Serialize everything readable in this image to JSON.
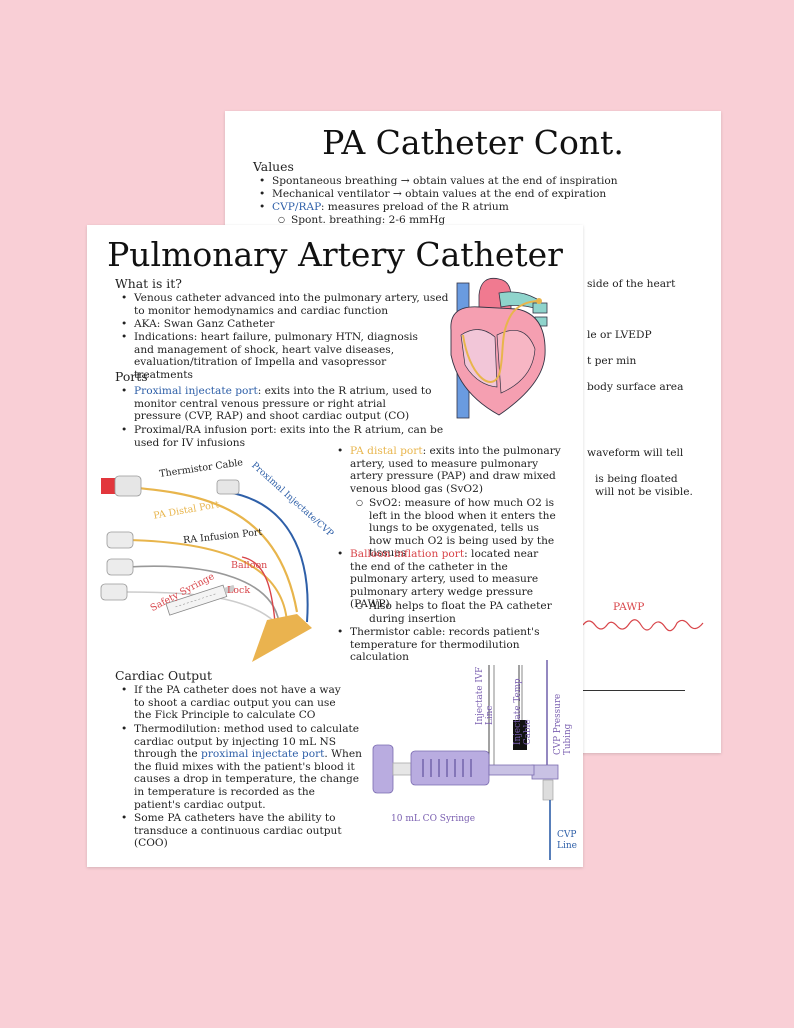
{
  "back": {
    "title": "PA Catheter Cont.",
    "values_heading": "Values",
    "bullet1": "Spontaneous breathing → obtain values at the end of inspiration",
    "bullet2": "Mechanical ventilator → obtain values at the end of expiration",
    "bullet3_term": "CVP/RAP",
    "bullet3_rest": ": measures preload of the R atrium",
    "sub1": "Spont. breathing: 2-6 mmHg",
    "frag1": "side of the heart",
    "frag2": "le or LVEDP",
    "frag3": "t per min",
    "frag4": "body surface area",
    "frag5": "waveform will tell",
    "frag6": "is being floated",
    "frag7": "will not be visible.",
    "pawp": "PAWP"
  },
  "front": {
    "title": "Pulmonary Artery Catheter",
    "what_heading": "What is it?",
    "what1": "Venous catheter advanced into the pulmonary artery, used to monitor hemodynamics and cardiac function",
    "what2": "AKA: Swan Ganz Catheter",
    "what3": "Indications: heart failure, pulmonary HTN, diagnosis and management of shock, heart valve diseases, evaluation/titration of Impella and vasopressor treatments",
    "ports_heading": "Ports",
    "port1_term": "Proximal injectate port",
    "port1_rest": ": exits into the R atrium, used to monitor central venous pressure or right atrial pressure (CVP, RAP) and shoot cardiac output (CO)",
    "port2": "Proximal/RA infusion port: exits into the R atrium, can be used for IV infusions",
    "port3_term": "PA distal port",
    "port3_rest": ": exits into the pulmonary artery, used to measure pulmonary artery pressure (PAP) and draw mixed venous blood gas (SvO2)",
    "port3_sub": "SvO2: measure of how much O2 is left in the blood when it enters the lungs to be oxygenated, tells us how much O2 is being used by the tissues",
    "port4_term": "Balloon inflation port",
    "port4_rest": ": located near the end of the catheter in the pulmonary artery, used to measure pulmonary artery wedge pressure (PAWP)",
    "port4_sub": "Also helps to float the PA catheter during insertion",
    "port5": "Thermistor cable: records patient's temperature for thermodilution calculation",
    "co_heading": "Cardiac Output",
    "co1": "If the PA catheter does not have a way to shoot a cardiac output you can use the Fick Principle to calculate CO",
    "co2_a": "Thermodilution: method used to calculate cardiac output by injecting 10 mL NS through the ",
    "co2_term": "proximal injectate port",
    "co2_b": ". When the fluid mixes with the patient's blood it causes a drop in temperature, the change in temperature is recorded as the patient's cardiac output.",
    "co3": "Some PA catheters have the ability to transduce a continuous cardiac output (COO)",
    "lbl_thermistor": "Thermistor Cable",
    "lbl_proximal": "Proximal Injectate/CVP",
    "lbl_padistal": "PA Distal Port",
    "lbl_ra": "RA Infusion Port",
    "lbl_balloon": "Balloon",
    "lbl_syringe": "Safety Syringe",
    "lbl_lock": "Lock",
    "lbl_ivf": "Injectate IVF Line",
    "lbl_temp": "Injectate Temp Cable",
    "lbl_cvptube": "CVP Pressure Tubing",
    "lbl_co_syringe": "10 mL CO Syringe",
    "lbl_cvp_line": "CVP\nLine"
  },
  "colors": {
    "background": "#f9cfd6",
    "blue": "#2e5fa8",
    "yellow": "#e8b54c",
    "red": "#d8454a",
    "purple": "#9b89c4"
  }
}
